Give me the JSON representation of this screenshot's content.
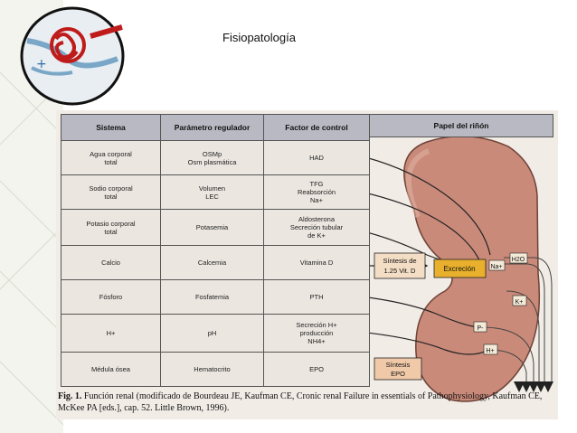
{
  "slide": {
    "title": "Fisiopatología"
  },
  "table": {
    "headers": [
      "Sistema",
      "Parámetro regulador",
      "Factor de control",
      "Papel del riñón"
    ],
    "rows": [
      {
        "sistema": "Agua corporal\ntotal",
        "parametro": "OSMp\nOsm plasmática",
        "factor": "HAD"
      },
      {
        "sistema": "Sodio corporal\ntotal",
        "parametro": "Volumen\nLEC",
        "factor": "TFG\nReabsorción\nNa+"
      },
      {
        "sistema": "Potasio corporal\ntotal",
        "parametro": "Potasemia",
        "factor": "Aldosterona\nSecreción tubular\nde K+"
      },
      {
        "sistema": "Calcio",
        "parametro": "Calcemia",
        "factor": "Vitamina D"
      },
      {
        "sistema": "Fósforo",
        "parametro": "Fosfatemia",
        "factor": "PTH"
      },
      {
        "sistema": "H+",
        "parametro": "pH",
        "factor": "Secreción H+\nproducción\nNH4+"
      },
      {
        "sistema": "Médula ósea",
        "parametro": "Hematocrito",
        "factor": "EPO"
      }
    ]
  },
  "kidney": {
    "box_vitd": "Síntesis de\n1.25 Vit. D",
    "box_excrecion": "Excreción",
    "box_epo": "Síntesis\nEPO",
    "ions": [
      "Na+",
      "H2O",
      "K+",
      "P-",
      "H+"
    ]
  },
  "caption": {
    "fig": "Fig. 1.",
    "text": " Función renal (modificado de Bourdeau JE, Kaufman CE, Cronic renal Failure in essentials of Pathophysiology, Kaufman CE, McKee PA [eds.], cap. 52. Little Brown, 1996)."
  },
  "colors": {
    "kidney": "#c98a7a",
    "excrecion": "#e8b02c",
    "header": "#b9b9c4"
  }
}
